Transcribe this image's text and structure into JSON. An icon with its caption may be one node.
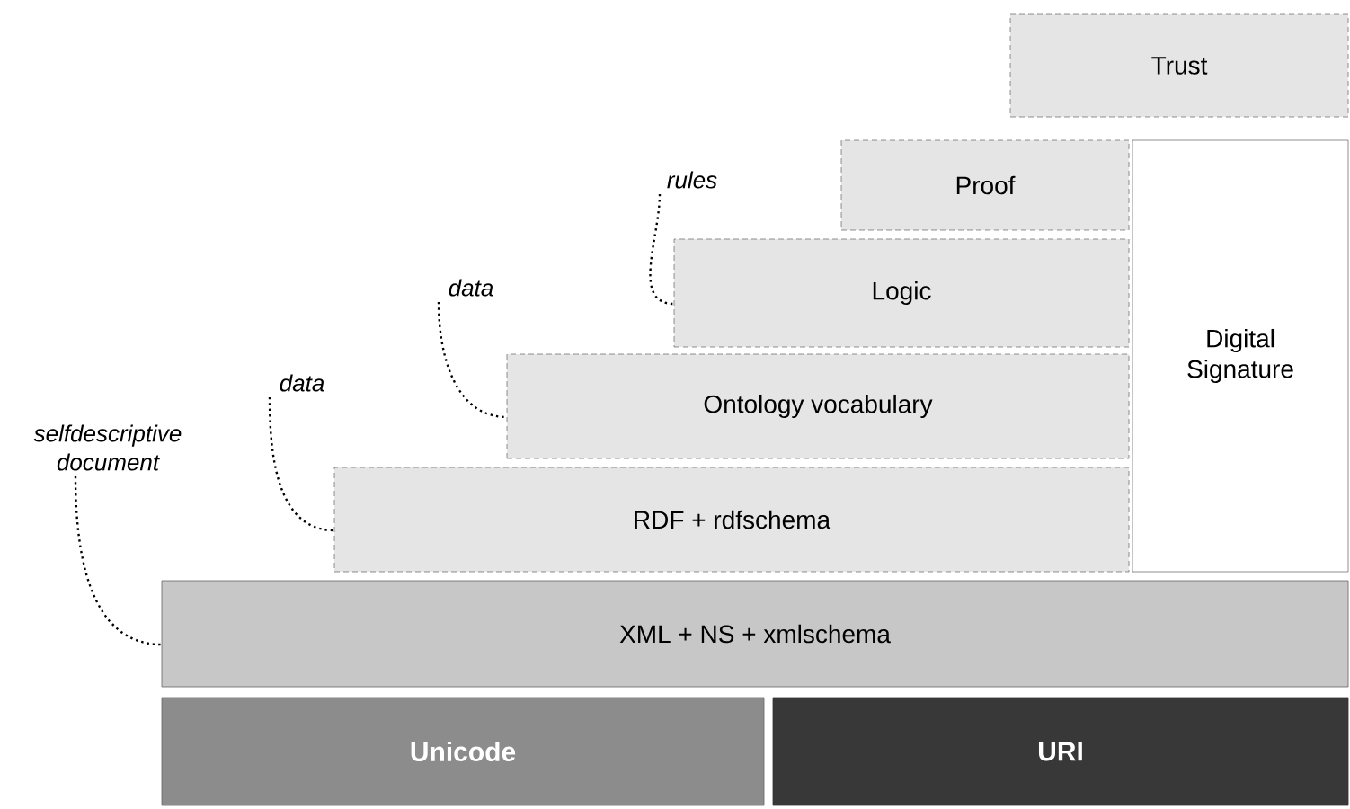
{
  "diagram": {
    "nodes": [
      {
        "text": [
          "Trust"
        ]
      },
      {
        "text": [
          "Proof"
        ]
      },
      {
        "text": [
          "Logic"
        ]
      },
      {
        "text": [
          "Ontology vocabulary"
        ]
      },
      {
        "text": [
          "RDF + rdfschema"
        ]
      },
      {
        "text": [
          "XML + NS + xmlschema"
        ]
      },
      {
        "text": [
          "Unicode"
        ]
      },
      {
        "text": [
          "URI"
        ]
      },
      {
        "text": [
          "Digital Signature"
        ]
      },
      {
        "text": [
          "rules"
        ]
      },
      {
        "text": [
          "data"
        ]
      },
      {
        "text": [
          "data"
        ]
      },
      {
        "text": [
          "selfdescriptive document"
        ]
      }
    ],
    "edges": [
      {
        "from": 9,
        "to": 2,
        "arrow": "none"
      },
      {
        "from": 10,
        "to": 3,
        "arrow": "none"
      },
      {
        "from": 11,
        "to": 4,
        "arrow": "none"
      },
      {
        "from": 12,
        "to": 5,
        "arrow": "none"
      }
    ]
  }
}
